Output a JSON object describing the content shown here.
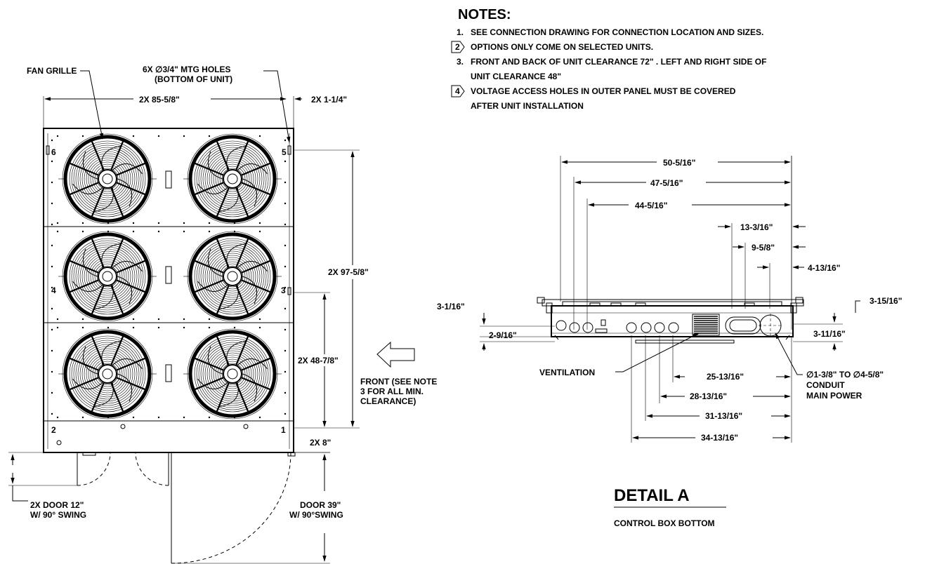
{
  "notes": {
    "title": "NOTES:",
    "items": [
      {
        "num": "1.",
        "text": "SEE CONNECTION DRAWING FOR CONNECTION LOCATION AND SIZES.",
        "flag": false
      },
      {
        "num": "2",
        "text": "OPTIONS ONLY COME ON SELECTED UNITS.",
        "flag": true
      },
      {
        "num": "3.",
        "text": "FRONT AND BACK OF UNIT CLEARANCE 72\" .  LEFT AND RIGHT SIDE OF",
        "flag": false
      },
      {
        "num": "",
        "text": "UNIT CLEARANCE 48\"",
        "flag": false
      },
      {
        "num": "4",
        "text": "VOLTAGE ACCESS HOLES IN OUTER PANEL MUST BE COVERED",
        "flag": true
      },
      {
        "num": "",
        "text": "AFTER UNIT INSTALLATION",
        "flag": false
      }
    ]
  },
  "plan": {
    "fan_grille": "FAN GRILLE",
    "mtg_holes_1": "6X ∅3/4\" MTG HOLES",
    "mtg_holes_2": "(BOTTOM OF UNIT)",
    "width_dim": "2X 85-5/8\"",
    "edge_dim": "2X 1-1/4\"",
    "length_dim": "2X 97-5/8\"",
    "mid_dim": "2X 48-7/8\"",
    "front_dim": "2X 8\"",
    "corners": [
      "6",
      "5",
      "4",
      "3",
      "2",
      "1"
    ],
    "door_small_1": "2X DOOR 12\"",
    "door_small_2": "W/ 90° SWING",
    "door_large_1": "DOOR 39\"",
    "door_large_2": "W/ 90°SWING",
    "front_1": "FRONT (SEE NOTE",
    "front_2": "3 FOR ALL MIN.",
    "front_3": "CLEARANCE)"
  },
  "detail": {
    "title": "DETAIL A",
    "subtitle": "CONTROL BOX BOTTOM",
    "dims_top": [
      "50-5/16\"",
      "47-5/16\"",
      "44-5/16\"",
      "13-3/16\"",
      "9-5/8\"",
      "4-13/16\""
    ],
    "dim_left_1": "3-1/16\"",
    "dim_left_2": "2-9/16\"",
    "dim_right_1": "3-15/16\"",
    "dim_right_2": "3-11/16\"",
    "ventilation": "VENTILATION",
    "conduit_1": "∅1-3/8\" TO ∅4-5/8\"",
    "conduit_2": "CONDUIT",
    "conduit_3": "MAIN POWER",
    "dims_bottom": [
      "25-13/16\"",
      "28-13/16\"",
      "31-13/16\"",
      "34-13/16\""
    ]
  },
  "colors": {
    "ink": "#000000",
    "paper": "#ffffff"
  }
}
